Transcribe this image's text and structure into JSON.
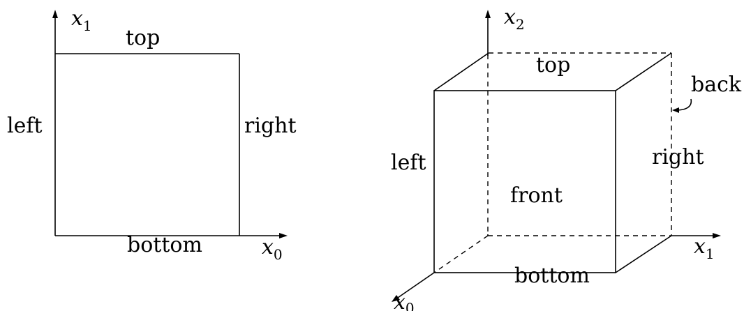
{
  "square": {
    "axis_x": {
      "base": "x",
      "sub": "0"
    },
    "axis_y": {
      "base": "x",
      "sub": "1"
    },
    "faces": {
      "top": "top",
      "bottom": "bottom",
      "left": "left",
      "right": "right"
    }
  },
  "cube": {
    "axis_x": {
      "base": "x",
      "sub": "1"
    },
    "axis_y": {
      "base": "x",
      "sub": "2"
    },
    "axis_z": {
      "base": "x",
      "sub": "0"
    },
    "faces": {
      "top": "top",
      "bottom": "bottom",
      "left": "left",
      "right": "right",
      "front": "front",
      "back": "back"
    }
  }
}
